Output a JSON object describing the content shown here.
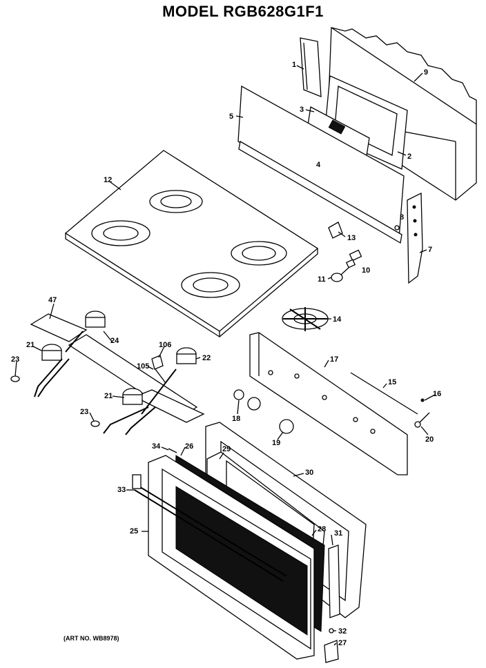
{
  "title": "MODEL RGB628G1F1",
  "art_number": "(ART NO. WB8978)",
  "part_labels": {
    "p1": "1",
    "p2": "2",
    "p3": "3",
    "p4": "4",
    "p5": "5",
    "p7": "7",
    "p8": "8",
    "p9": "9",
    "p10": "10",
    "p11": "11",
    "p12": "12",
    "p13": "13",
    "p14": "14",
    "p15": "15",
    "p16": "16",
    "p17": "17",
    "p18": "18",
    "p19": "19",
    "p20": "20",
    "p21a": "21",
    "p21b": "21",
    "p22": "22",
    "p23a": "23",
    "p23b": "23",
    "p24": "24",
    "p25": "25",
    "p26": "26",
    "p27": "27",
    "p28": "28",
    "p29": "29",
    "p30": "30",
    "p31": "31",
    "p32": "32",
    "p33": "33",
    "p34": "34",
    "p47": "47",
    "p105": "105",
    "p106": "106"
  }
}
